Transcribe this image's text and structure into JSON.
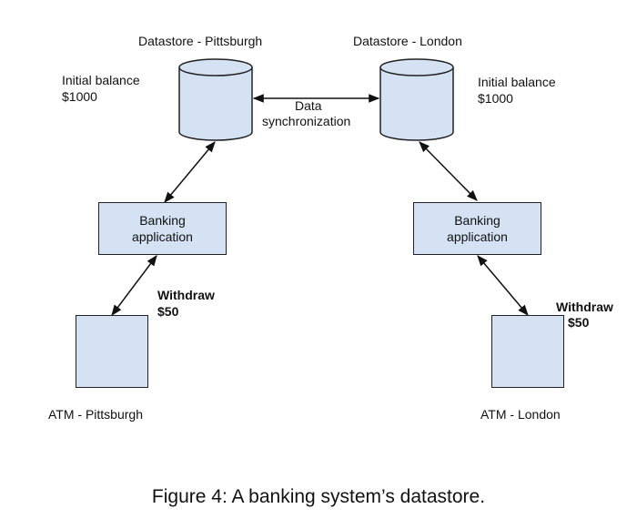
{
  "sites": {
    "pittsburgh": {
      "datastore_label": "Datastore - Pittsburgh",
      "balance_label": "Initial balance",
      "balance_value": "$1000",
      "app_line1": "Banking",
      "app_line2": "application",
      "withdraw_label": "Withdraw",
      "withdraw_amount": "$50",
      "atm_label": "ATM - Pittsburgh"
    },
    "london": {
      "datastore_label": "Datastore - London",
      "balance_label": "Initial balance",
      "balance_value": "$1000",
      "app_line1": "Banking",
      "app_line2": "application",
      "withdraw_label": "Withdraw",
      "withdraw_amount": "$50",
      "atm_label": "ATM - London"
    }
  },
  "sync": {
    "line1": "Data",
    "line2": "synchronization"
  },
  "caption": "Figure 4: A banking system’s datastore.",
  "colors": {
    "fill": "#d4e2f4",
    "stroke": "#222222"
  }
}
